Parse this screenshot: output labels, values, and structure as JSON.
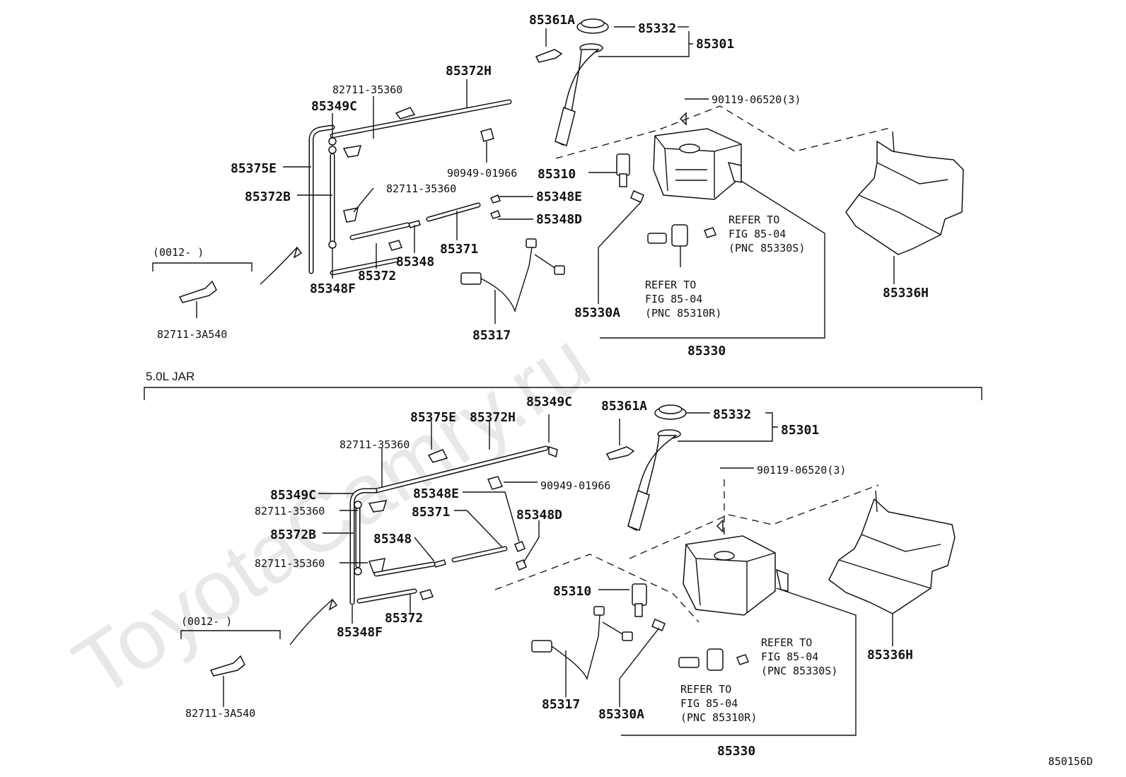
{
  "watermark": "ToyotaCamry.ru",
  "section_label": "5.0L JAR",
  "figure_code": "850156D",
  "top": {
    "labels": {
      "p85361A": "85361A",
      "p85332": "85332",
      "p85301": "85301",
      "p85372H": "85372H",
      "p82711_35360_a": "82711-35360",
      "p85349C": "85349C",
      "p90119": "90119-06520(3)",
      "p85375E": "85375E",
      "p90949": "90949-01966",
      "p85310": "85310",
      "p85372B": "85372B",
      "p82711_35360_b": "82711-35360",
      "p85348E": "85348E",
      "p85348D": "85348D",
      "p85371": "85371",
      "p85348": "85348",
      "p85372": "85372",
      "p85348F": "85348F",
      "p85317": "85317",
      "p85330A": "85330A",
      "p85330": "85330",
      "p85336H": "85336H",
      "p82711_3A540": "82711-3A540",
      "range": "(0012-       )"
    },
    "refer1": [
      "REFER TO",
      "FIG 85-04",
      "(PNC 85330S)"
    ],
    "refer2": [
      "REFER TO",
      "FIG 85-04",
      "(PNC 85310R)"
    ]
  },
  "bottom": {
    "labels": {
      "p85349C_a": "85349C",
      "p85375E": "85375E",
      "p85372H": "85372H",
      "p85361A": "85361A",
      "p85332": "85332",
      "p85301": "85301",
      "p82711_35360_a": "82711-35360",
      "p90949": "90949-01966",
      "p90119": "90119-06520(3)",
      "p85349C_b": "85349C",
      "p85348E": "85348E",
      "p82711_35360_b": "82711-35360",
      "p85371": "85371",
      "p85348D": "85348D",
      "p85372B": "85372B",
      "p85348": "85348",
      "p82711_35360_c": "82711-35360",
      "p85310": "85310",
      "p85372": "85372",
      "p85348F": "85348F",
      "p85317": "85317",
      "p85330A": "85330A",
      "p85330": "85330",
      "p85336H": "85336H",
      "p82711_3A540": "82711-3A540",
      "range": "(0012-       )"
    },
    "refer1": [
      "REFER TO",
      "FIG 85-04",
      "(PNC 85330S)"
    ],
    "refer2": [
      "REFER TO",
      "FIG 85-04",
      "(PNC 85310R)"
    ]
  }
}
